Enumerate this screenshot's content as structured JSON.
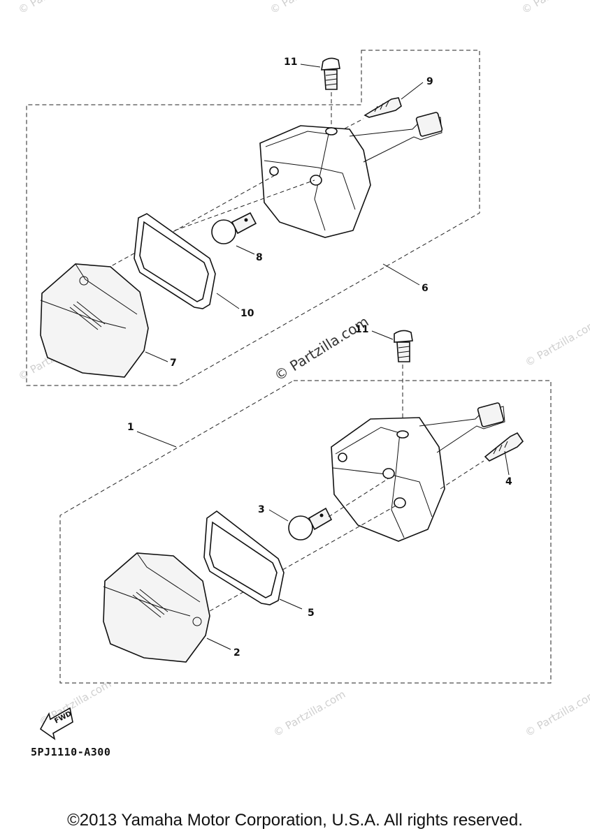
{
  "callouts": {
    "c1": "1",
    "c2": "2",
    "c3": "3",
    "c4": "4",
    "c5": "5",
    "c6": "6",
    "c7": "7",
    "c8": "8",
    "c9": "9",
    "c10": "10",
    "c11_top": "11",
    "c11_mid": "11"
  },
  "fwd_label": "FWD",
  "diagram_code": "5PJ1110-A300",
  "watermark": {
    "main": "© Partzilla.com",
    "faint": "© Partzilla.com"
  },
  "copyright": "©2013 Yamaha Motor Corporation, U.S.A. All rights reserved."
}
